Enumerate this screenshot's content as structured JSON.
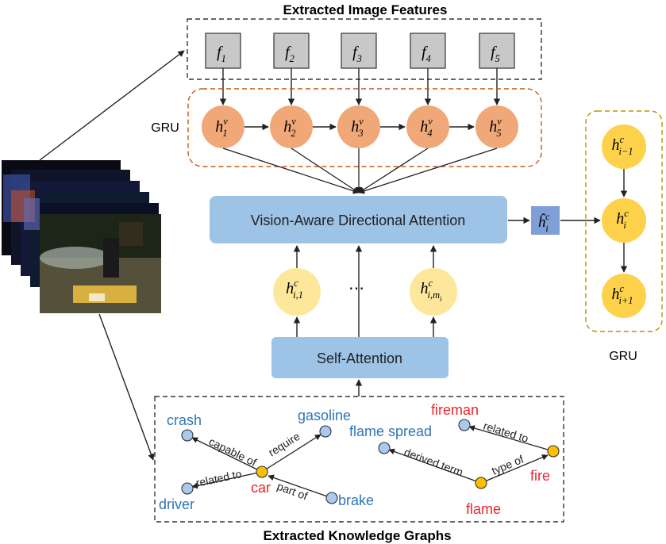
{
  "titles": {
    "image_features": "Extracted Image Features",
    "knowledge_graphs": "Extracted Knowledge Graphs"
  },
  "labels": {
    "gru_left": "GRU",
    "gru_right": "GRU",
    "vision_attention": "Vision-Aware Directional Attention",
    "self_attention": "Self-Attention",
    "ellipsis": "⋯"
  },
  "features": [
    {
      "base": "f",
      "sub": "1"
    },
    {
      "base": "f",
      "sub": "2"
    },
    {
      "base": "f",
      "sub": "3"
    },
    {
      "base": "f",
      "sub": "4"
    },
    {
      "base": "f",
      "sub": "5"
    }
  ],
  "visual_states": [
    {
      "base": "h",
      "sup": "v",
      "sub": "1"
    },
    {
      "base": "h",
      "sup": "v",
      "sub": "2"
    },
    {
      "base": "h",
      "sup": "v",
      "sub": "3"
    },
    {
      "base": "h",
      "sup": "v",
      "sub": "4"
    },
    {
      "base": "h",
      "sup": "v",
      "sub": "5"
    }
  ],
  "concept_states": [
    {
      "base": "h",
      "sup": "c",
      "sub": "i,1"
    },
    {
      "base": "h",
      "sup": "c",
      "sub": "i,m",
      "subsub": "i"
    }
  ],
  "attended_state": {
    "base": "ĥ",
    "sup": "c",
    "sub": "i"
  },
  "context_states": [
    {
      "base": "h",
      "sup": "c",
      "sub": "i−1"
    },
    {
      "base": "h",
      "sup": "c",
      "sub": "i"
    },
    {
      "base": "h",
      "sup": "c",
      "sub": "i+1"
    }
  ],
  "knowledge_graph": {
    "nodes": {
      "crash": "crash",
      "gasoline": "gasoline",
      "car": "car",
      "driver": "driver",
      "brake": "brake",
      "fireman": "fireman",
      "flame_spread": "flame spread",
      "fire": "fire",
      "flame": "flame"
    },
    "relations": {
      "capable_of": "capable of",
      "require": "require",
      "related_to_driver": "related to",
      "part_of": "part of",
      "related_to_fireman": "related to",
      "derived_term": "derived term",
      "type_of": "type of"
    }
  },
  "colors": {
    "feature_box": "#c8c8c8",
    "visual_node": "#f0a878",
    "concept_node": "#fde79a",
    "context_node": "#fdd24a",
    "attention_box": "#9dc3e6",
    "attended_box": "#7f9fd8",
    "kg_blue_text": "#2e75b6",
    "kg_red_text": "#e8262b",
    "kg_blue_node": "#a9c9ee",
    "kg_yellow_node": "#fdc000",
    "gru_border": "#c55a11",
    "context_border": "#bf9000"
  }
}
